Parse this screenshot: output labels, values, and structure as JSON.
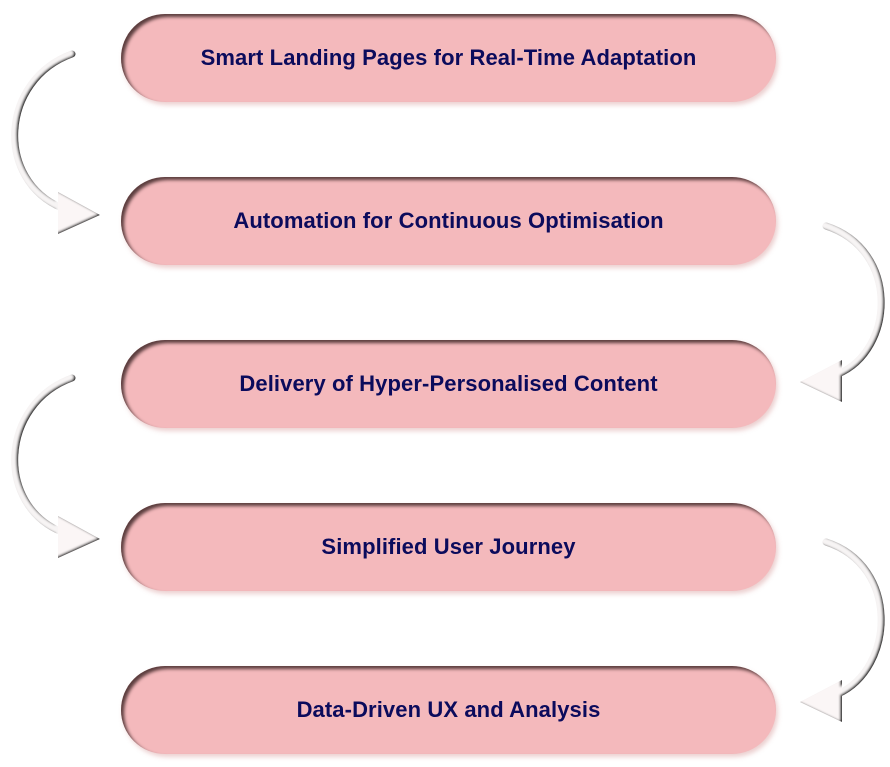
{
  "steps": [
    {
      "label": "Smart Landing Pages for Real-Time Adaptation"
    },
    {
      "label": "Automation for Continuous Optimisation"
    },
    {
      "label": "Delivery of Hyper-Personalised Content"
    },
    {
      "label": "Simplified User Journey"
    },
    {
      "label": "Data-Driven UX and Analysis"
    }
  ],
  "colors": {
    "pill_fill": "#f4b9bc",
    "text": "#0b0b5c"
  }
}
